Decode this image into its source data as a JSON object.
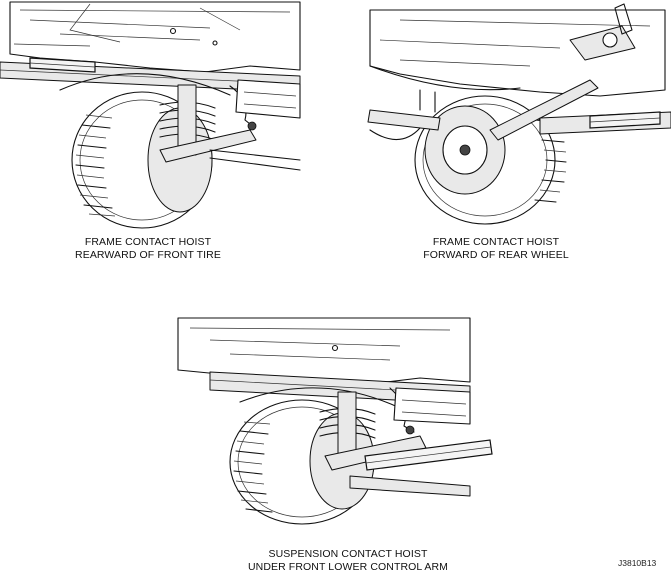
{
  "panels": [
    {
      "caption_line1": "FRAME CONTACT HOIST",
      "caption_line2": "REARWARD OF FRONT TIRE"
    },
    {
      "caption_line1": "FRAME CONTACT HOIST",
      "caption_line2": "FORWARD OF REAR WHEEL"
    },
    {
      "caption_line1": "SUSPENSION CONTACT HOIST",
      "caption_line2": "UNDER FRONT LOWER CONTROL ARM"
    }
  ],
  "figure_code": "J3810B13"
}
